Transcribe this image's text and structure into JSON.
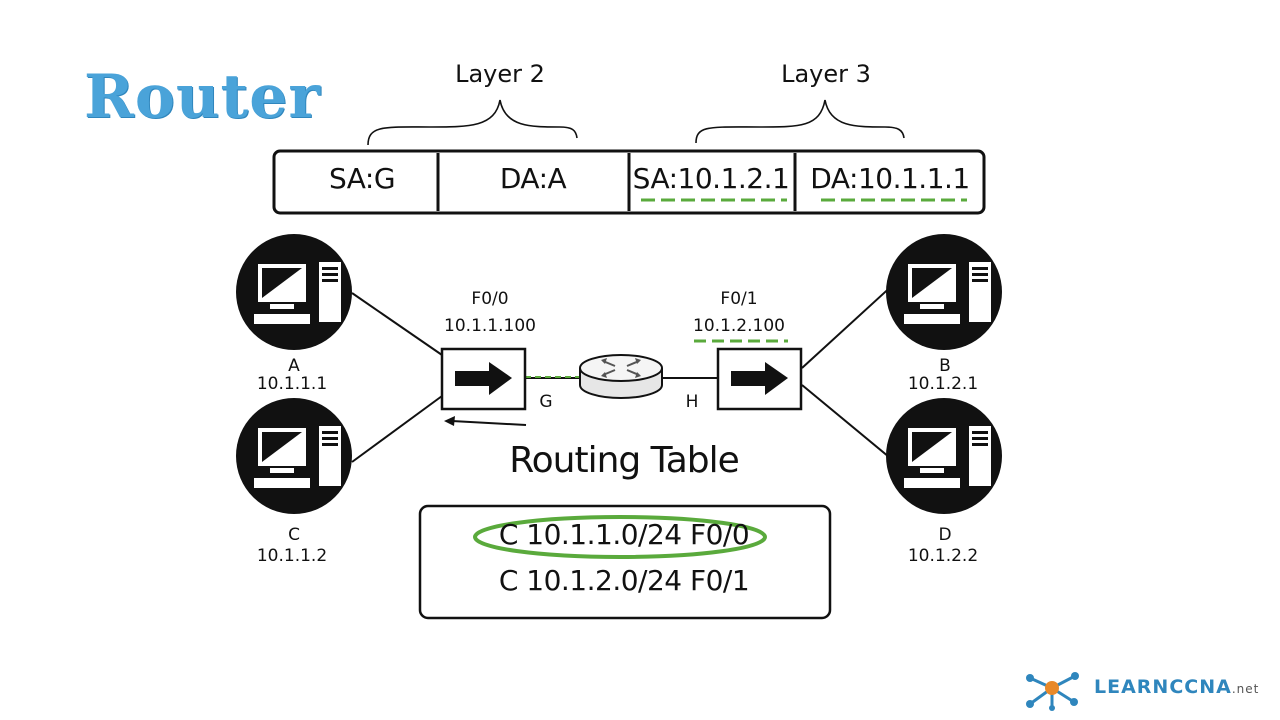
{
  "title": "Router",
  "header": {
    "layer2": "Layer 2",
    "layer3": "Layer 3",
    "fields": [
      "SA:G",
      "DA:A",
      "SA:10.1.2.1",
      "DA:10.1.1.1"
    ]
  },
  "hosts": {
    "a": {
      "name": "A",
      "ip": "10.1.1.1"
    },
    "c": {
      "name": "C",
      "ip": "10.1.1.2"
    },
    "b": {
      "name": "B",
      "ip": "10.1.2.1"
    },
    "d": {
      "name": "D",
      "ip": "10.1.2.2"
    }
  },
  "interfaces": {
    "left": {
      "name": "F0/0",
      "ip": "10.1.1.100",
      "mac": "G"
    },
    "right": {
      "name": "F0/1",
      "ip": "10.1.2.100",
      "mac": "H"
    }
  },
  "routing_table": {
    "title": "Routing Table",
    "rows": [
      "C 10.1.1.0/24 F0/0",
      "C 10.1.2.0/24 F0/1"
    ]
  },
  "logo": {
    "text": "LEARNCCNA",
    "suffix": ".net"
  },
  "colors": {
    "title": "#4aa3d9",
    "highlight": "#5aaa3c",
    "logo": "#2f86bd"
  }
}
